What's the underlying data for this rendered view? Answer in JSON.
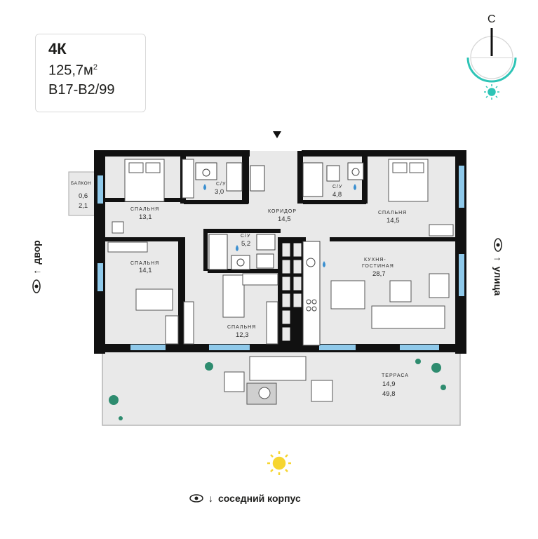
{
  "apartment": {
    "type": "4К",
    "area": "125,7м",
    "area_unit_sup": "2",
    "code": "В17-В2/99"
  },
  "compass": {
    "north_label": "С"
  },
  "rooms": {
    "balcony": {
      "label": "БАЛКОН",
      "area1": "0,6",
      "area2": "2,1"
    },
    "bedroom1": {
      "label": "СПАЛЬНЯ",
      "area": "13,1"
    },
    "bath1": {
      "label": "С/У",
      "area": "3,0"
    },
    "corridor": {
      "label": "КОРИДОР",
      "area": "14,5"
    },
    "bath2": {
      "label": "С/У",
      "area": "4,8"
    },
    "bedroom2": {
      "label": "СПАЛЬНЯ",
      "area": "14,5"
    },
    "bath3": {
      "label": "С/У",
      "area": "5,2"
    },
    "bedroom3": {
      "label": "СПАЛЬНЯ",
      "area": "14,1"
    },
    "kitchen": {
      "label": "КУХНЯ-\nГОСТИНАЯ",
      "label_line1": "КУХНЯ-",
      "label_line2": "ГОСТИНАЯ",
      "area": "28,7"
    },
    "bedroom4": {
      "label": "СПАЛЬНЯ",
      "area": "12,3"
    },
    "terrace": {
      "label": "ТЕРРАСА",
      "area1": "14,9",
      "area2": "49,8"
    }
  },
  "views": {
    "left": "двор",
    "right": "улица",
    "bottom": "соседний корпус"
  },
  "colors": {
    "wall": "#111111",
    "floor": "#e9e9e9",
    "window": "#8fc9ea",
    "accent": "#2ec4b6",
    "sun": "#f6d531",
    "furniture": "#ffffff",
    "plant": "#2e8c6f"
  }
}
